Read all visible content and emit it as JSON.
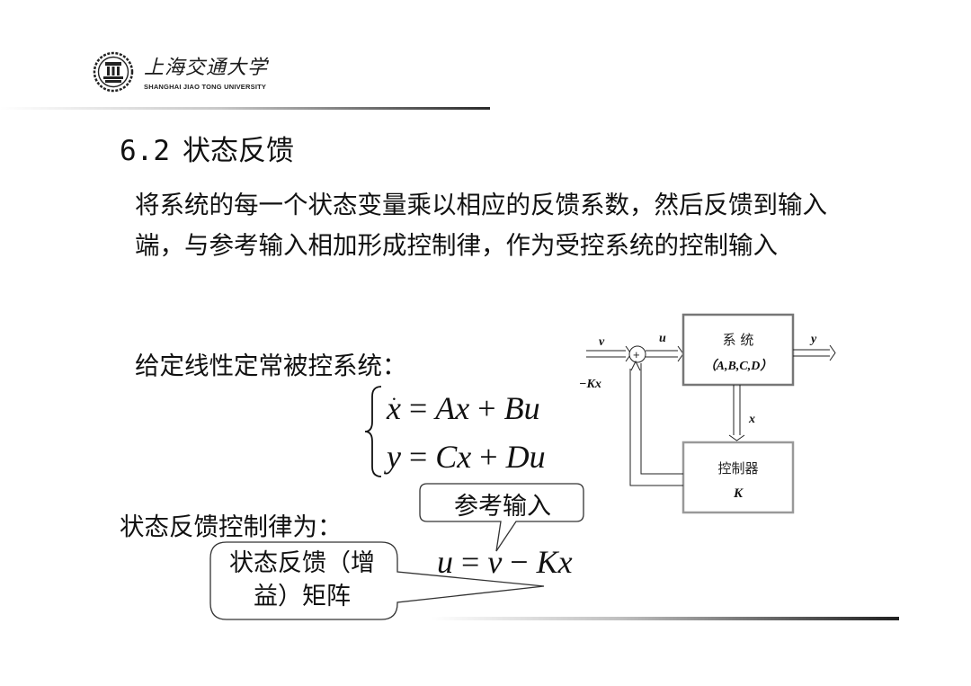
{
  "logo": {
    "name_cn": "上海交通大学",
    "name_en": "SHANGHAI JIAO TONG UNIVERSITY"
  },
  "title": {
    "number": "6.2",
    "text": "状态反馈"
  },
  "intro": "将系统的每一个状态变量乘以相应的反馈系数，然后反馈到输入端，与参考输入相加形成控制律，作为受控系统的控制输入",
  "given_label": "给定线性定常被控系统：",
  "law_label": "状态反馈控制律为：",
  "callouts": {
    "reference_input": "参考输入",
    "gain_matrix": "状态反馈（增益）矩阵"
  },
  "diagram": {
    "input_signal": "v",
    "control_signal": "u",
    "output_signal": "y",
    "feedback_signal": "x",
    "negative_feedback": "−Kx",
    "sum_symbol": "+",
    "system_title": "系 统",
    "system_params": "（A,B,C,D）",
    "controller_title": "控制器",
    "controller_gain": "K"
  }
}
